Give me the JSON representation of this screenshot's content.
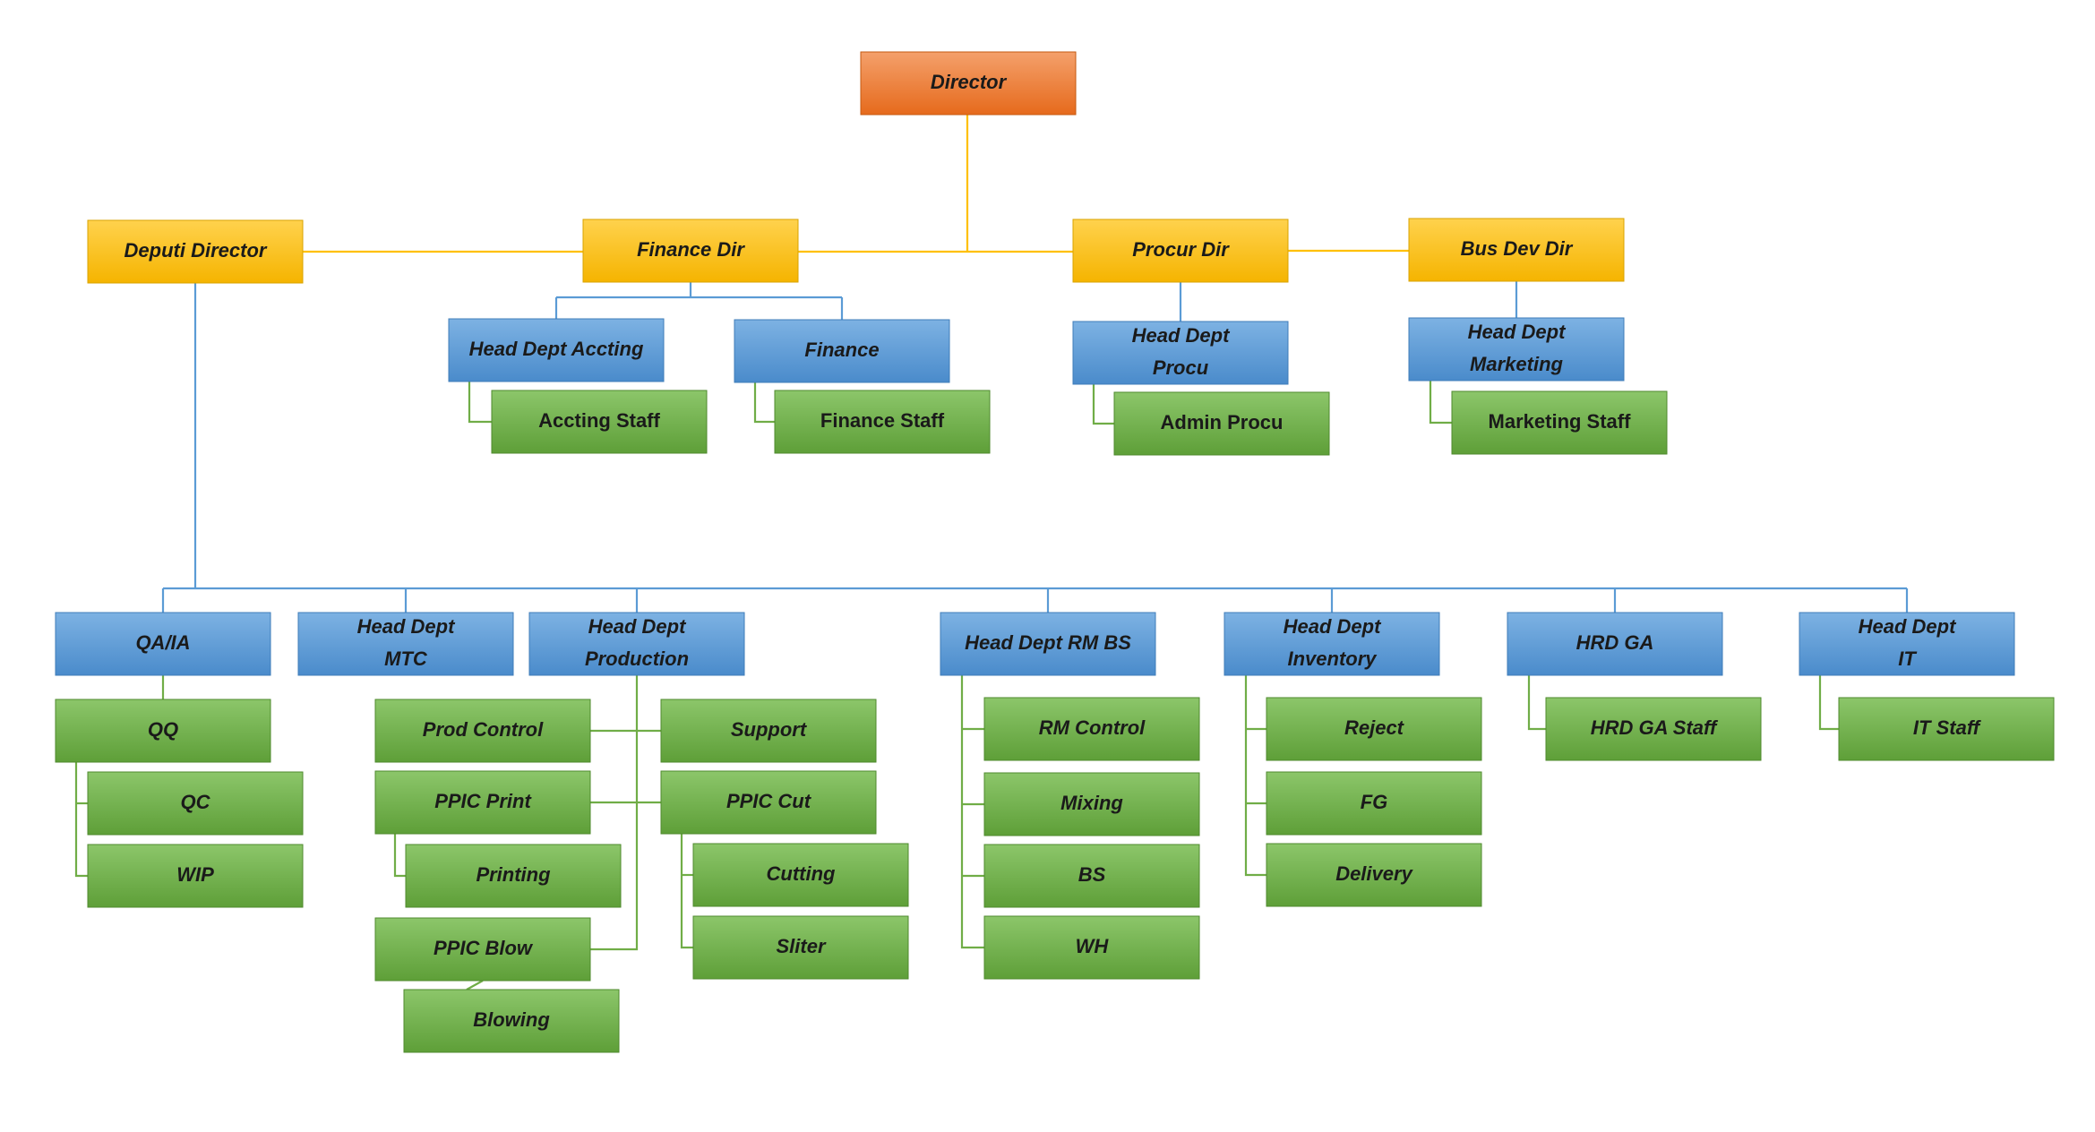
{
  "colors": {
    "top": "#ED7D31",
    "director_level": "#FFC000",
    "head_level": "#5B9BD5",
    "staff_level": "#70AD47",
    "line_director": "#FFC000",
    "line_blue": "#5B9BD5",
    "line_green": "#70AD47"
  },
  "nodes": {
    "director": [
      "Director"
    ],
    "deputi_director": [
      "Deputi Director"
    ],
    "finance_dir": [
      "Finance Dir"
    ],
    "procur_dir": [
      "Procur Dir"
    ],
    "bus_dev_dir": [
      "Bus Dev Dir"
    ],
    "head_dept_accting": [
      "Head Dept Accting"
    ],
    "finance": [
      "Finance"
    ],
    "accting_staff": [
      "Accting Staff"
    ],
    "finance_staff": [
      "Finance Staff"
    ],
    "head_dept_procu": [
      "Head Dept",
      "Procu"
    ],
    "admin_procu": [
      "Admin Procu"
    ],
    "head_dept_marketing": [
      "Head Dept",
      "Marketing"
    ],
    "marketing_staff": [
      "Marketing Staff"
    ],
    "qa_ia": [
      "QA/IA"
    ],
    "qq": [
      "QQ"
    ],
    "qc": [
      "QC"
    ],
    "wip": [
      "WIP"
    ],
    "head_dept_mtc": [
      "Head Dept",
      "MTC"
    ],
    "head_dept_production": [
      "Head Dept",
      "Production"
    ],
    "prod_control": [
      "Prod Control"
    ],
    "ppic_print": [
      "PPIC Print"
    ],
    "printing": [
      "Printing"
    ],
    "ppic_blow": [
      "PPIC Blow"
    ],
    "blowing": [
      "Blowing"
    ],
    "support": [
      "Support"
    ],
    "ppic_cut": [
      "PPIC Cut"
    ],
    "cutting": [
      "Cutting"
    ],
    "sliter": [
      "Sliter"
    ],
    "head_dept_rm_bs": [
      "Head Dept RM BS"
    ],
    "rm_control": [
      "RM Control"
    ],
    "mixing": [
      "Mixing"
    ],
    "bs": [
      "BS"
    ],
    "wh": [
      "WH"
    ],
    "head_dept_inventory": [
      "Head Dept",
      "Inventory"
    ],
    "reject": [
      "Reject"
    ],
    "fg": [
      "FG"
    ],
    "delivery": [
      "Delivery"
    ],
    "hrd_ga": [
      "HRD GA"
    ],
    "hrd_ga_staff": [
      "HRD GA Staff"
    ],
    "head_dept_it": [
      "Head Dept",
      "IT"
    ],
    "it_staff": [
      "IT Staff"
    ]
  }
}
